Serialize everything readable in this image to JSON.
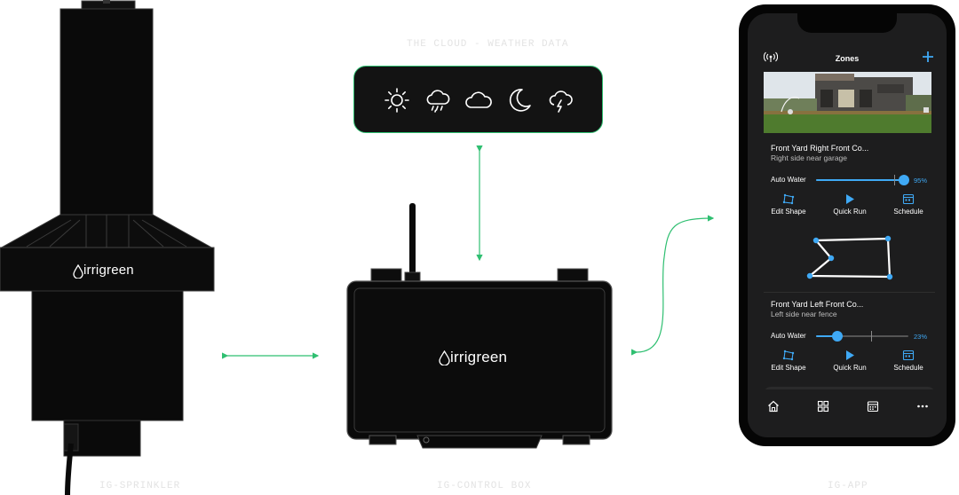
{
  "captions": {
    "cloud": "THE CLOUD - WEATHER DATA",
    "sprinkler": "IG-SPRINKLER",
    "control_box": "IG-CONTROL BOX",
    "app": "IG-APP"
  },
  "brand": {
    "sprinkler_logo": "irrigreen",
    "box_logo": "irrigreen"
  },
  "weather_icons": [
    "sun-icon",
    "rain-cloud-icon",
    "cloud-icon",
    "moon-icon",
    "thunderstorm-icon"
  ],
  "colors": {
    "accent_green": "#2fbf71",
    "app_blue": "#3fa9f5",
    "panel_dark": "#131313"
  },
  "app": {
    "title": "Zones",
    "zones": [
      {
        "title": "Front Yard Right Front Co...",
        "subtitle": "Right side near garage",
        "auto_water_label": "Auto Water",
        "auto_water_value": "95%",
        "level": 0.95
      },
      {
        "title": "Front Yard Left Front Co...",
        "subtitle": "Left side near fence",
        "auto_water_label": "Auto Water",
        "auto_water_value": "23%",
        "level": 0.23
      }
    ],
    "actions": {
      "edit_shape": "Edit Shape",
      "quick_run": "Quick Run",
      "schedule": "Schedule"
    },
    "tabbar": [
      "home-icon",
      "grid-icon",
      "calendar-icon",
      "more-icon"
    ]
  }
}
